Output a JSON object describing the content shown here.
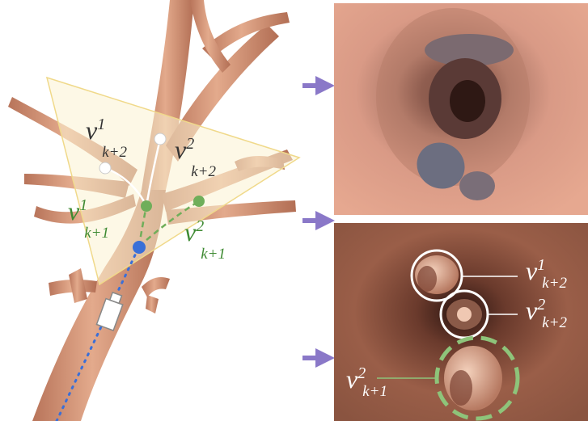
{
  "labels": {
    "left_v1_k2_main": "v",
    "left_v1_k2_sup": "1",
    "left_v1_k2_sub": "k+2",
    "left_v2_k2_main": "v",
    "left_v2_k2_sup": "2",
    "left_v2_k2_sub": "k+2",
    "left_v1_k1_main": "v",
    "left_v1_k1_sup": "1",
    "left_v1_k1_sub": "k+1",
    "left_v2_k1_main": "v",
    "left_v2_k1_sup": "2",
    "left_v2_k1_sub": "k+1",
    "right_v1_k2_main": "v",
    "right_v1_k2_sup": "1",
    "right_v1_k2_sub": "k+2",
    "right_v2_k2_main": "v",
    "right_v2_k2_sup": "2",
    "right_v2_k2_sub": "k+2",
    "right_v2_k1_main": "v",
    "right_v2_k1_sup": "2",
    "right_v2_k1_sub": "k+1"
  },
  "colors": {
    "airway": "#d99a7a",
    "airway_dark": "#a9684c",
    "frustum_fill": "#fbf3d2",
    "frustum_stroke": "#f0d98a",
    "green": "#6fae5a",
    "green_text": "#3e8a32",
    "blue": "#3a6fd8",
    "arrow": "#8a78c8",
    "text_dark": "#333333",
    "text_white": "#ffffff"
  }
}
